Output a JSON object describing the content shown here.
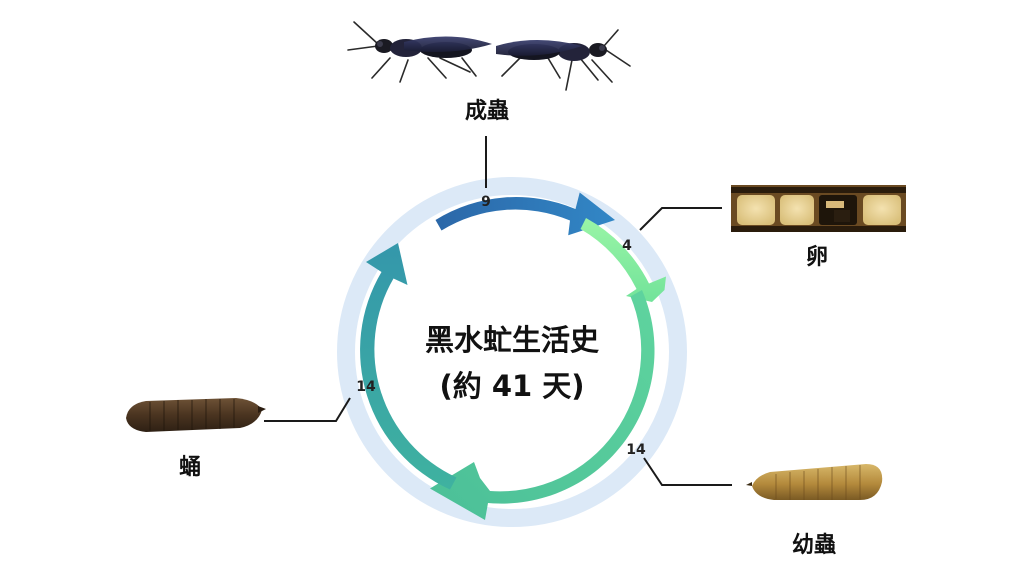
{
  "title": {
    "line1": "黑水虻生活史",
    "line2": "(約 41 天)"
  },
  "stages": {
    "adult": {
      "label": "成蟲",
      "days": "9"
    },
    "egg": {
      "label": "卵",
      "days": "4"
    },
    "larva": {
      "label": "幼蟲",
      "days": "14"
    },
    "pupa": {
      "label": "蛹",
      "days": "14"
    }
  },
  "colors": {
    "halo": "#dce9f7",
    "adult_segment": "#2f7ab8",
    "egg_segment": "#86ec9a",
    "larva_segment": "#52c99a",
    "pupa_segment": "#3aa5a3",
    "leader_line": "#1a1a1a"
  }
}
